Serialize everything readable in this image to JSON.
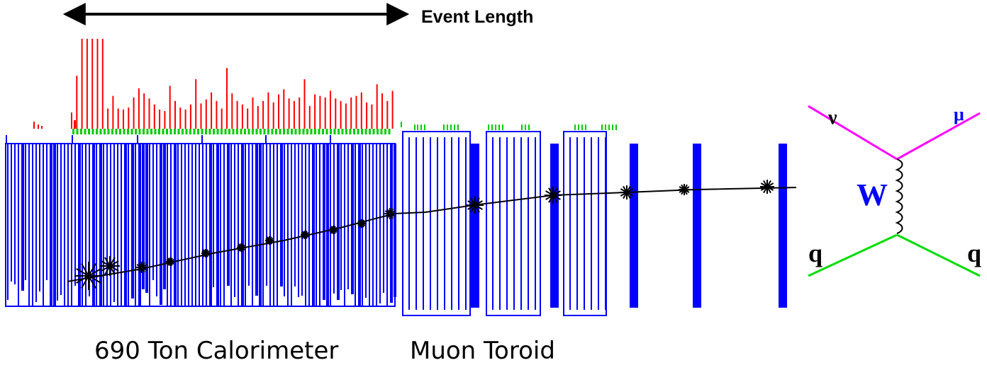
{
  "event_length_label": "Event Length",
  "calorimeter_label": "690 Ton Calorimeter",
  "toroid_label": "Muon Toroid",
  "feynman": {
    "nu_label": "ν",
    "mu_label": "μ",
    "w_label": "W",
    "q_left_label": "q",
    "q_right_label": "q"
  },
  "colors": {
    "calorimeter": "#0000ff",
    "energy_bars": "#ff0000",
    "hit_markers": "#00cc00",
    "track": "#000000",
    "lepton_lines": "#ff00ff",
    "quark_lines": "#00dd00",
    "w_boson": "#0000ff",
    "mu_label": "#0000ff"
  },
  "energy_deposits": [
    32,
    105,
    178,
    178,
    178,
    178,
    178,
    40,
    65,
    40,
    38,
    42,
    62,
    80,
    70,
    60,
    48,
    38,
    35,
    85,
    55,
    42,
    38,
    48,
    98,
    50,
    58,
    72,
    55,
    40,
    120,
    70,
    55,
    48,
    40,
    62,
    45,
    55,
    72,
    52,
    68,
    78,
    60,
    55,
    62,
    98,
    45,
    68,
    65,
    62,
    75,
    60,
    55,
    50,
    62,
    65,
    72,
    52,
    48,
    88,
    70,
    55,
    75
  ]
}
